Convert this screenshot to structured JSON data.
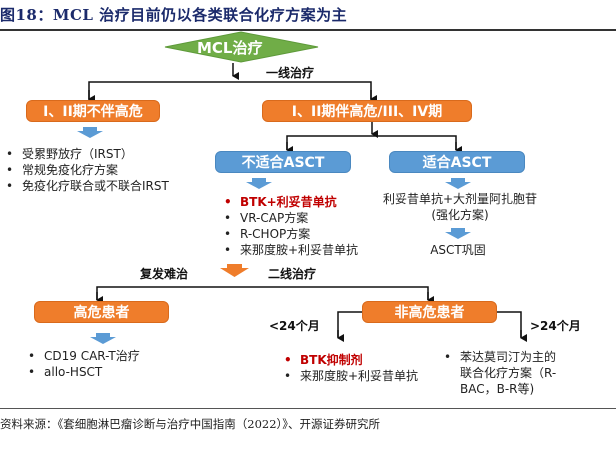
{
  "figure": {
    "title": "图18：MCL 治疗目前仍以各类联合化疗方案为主",
    "source": "资料来源：《套细胞淋巴瘤诊断与治疗中国指南（2022）》、开源证券研究所"
  },
  "colors": {
    "root_green": "#70ad47",
    "stage_orange": "#ef7d2b",
    "asct_blue": "#5b9bd5",
    "highlight_red": "#c00000"
  },
  "root": {
    "label": "MCL治疗"
  },
  "first_line": {
    "label": "一线治疗",
    "low_risk": {
      "label": "I、II期不伴高危",
      "treatments": [
        "受累野放疗（IRST）",
        "常规免疫化疗方案",
        "免疫化疗联合或不联合IRST"
      ]
    },
    "high_risk": {
      "label": "I、II期伴高危/III、IV期",
      "not_eligible": {
        "label": "不适合ASCT",
        "treatments": [
          {
            "text": "BTK+利妥昔单抗",
            "highlight": true
          },
          {
            "text": "VR-CAP方案",
            "highlight": false
          },
          {
            "text": "R-CHOP方案",
            "highlight": false
          },
          {
            "text": "来那度胺+利妥昔单抗",
            "highlight": false
          }
        ]
      },
      "eligible": {
        "label": "适合ASCT",
        "induction_line1": "利妥昔单抗+大剂量阿扎胞苷",
        "induction_line2": "(强化方案)",
        "consolidation": "ASCT巩固"
      }
    }
  },
  "second_line": {
    "left_label": "复发难治",
    "right_label": "二线治疗",
    "high_risk": {
      "label": "高危患者",
      "treatments": [
        "CD19 CAR-T治疗",
        "allo-HSCT"
      ]
    },
    "non_high_risk": {
      "label": "非高危患者",
      "lt24": {
        "label": "<24个月",
        "treatments": [
          {
            "text": "BTK抑制剂",
            "highlight": true
          },
          {
            "text": "来那度胺+利妥昔单抗",
            "highlight": false
          }
        ]
      },
      "gt24": {
        "label": ">24个月",
        "treatment_lines": [
          "苯达莫司汀为主的",
          "联合化疗方案（R-",
          "BAC，B-R等)"
        ]
      }
    }
  }
}
